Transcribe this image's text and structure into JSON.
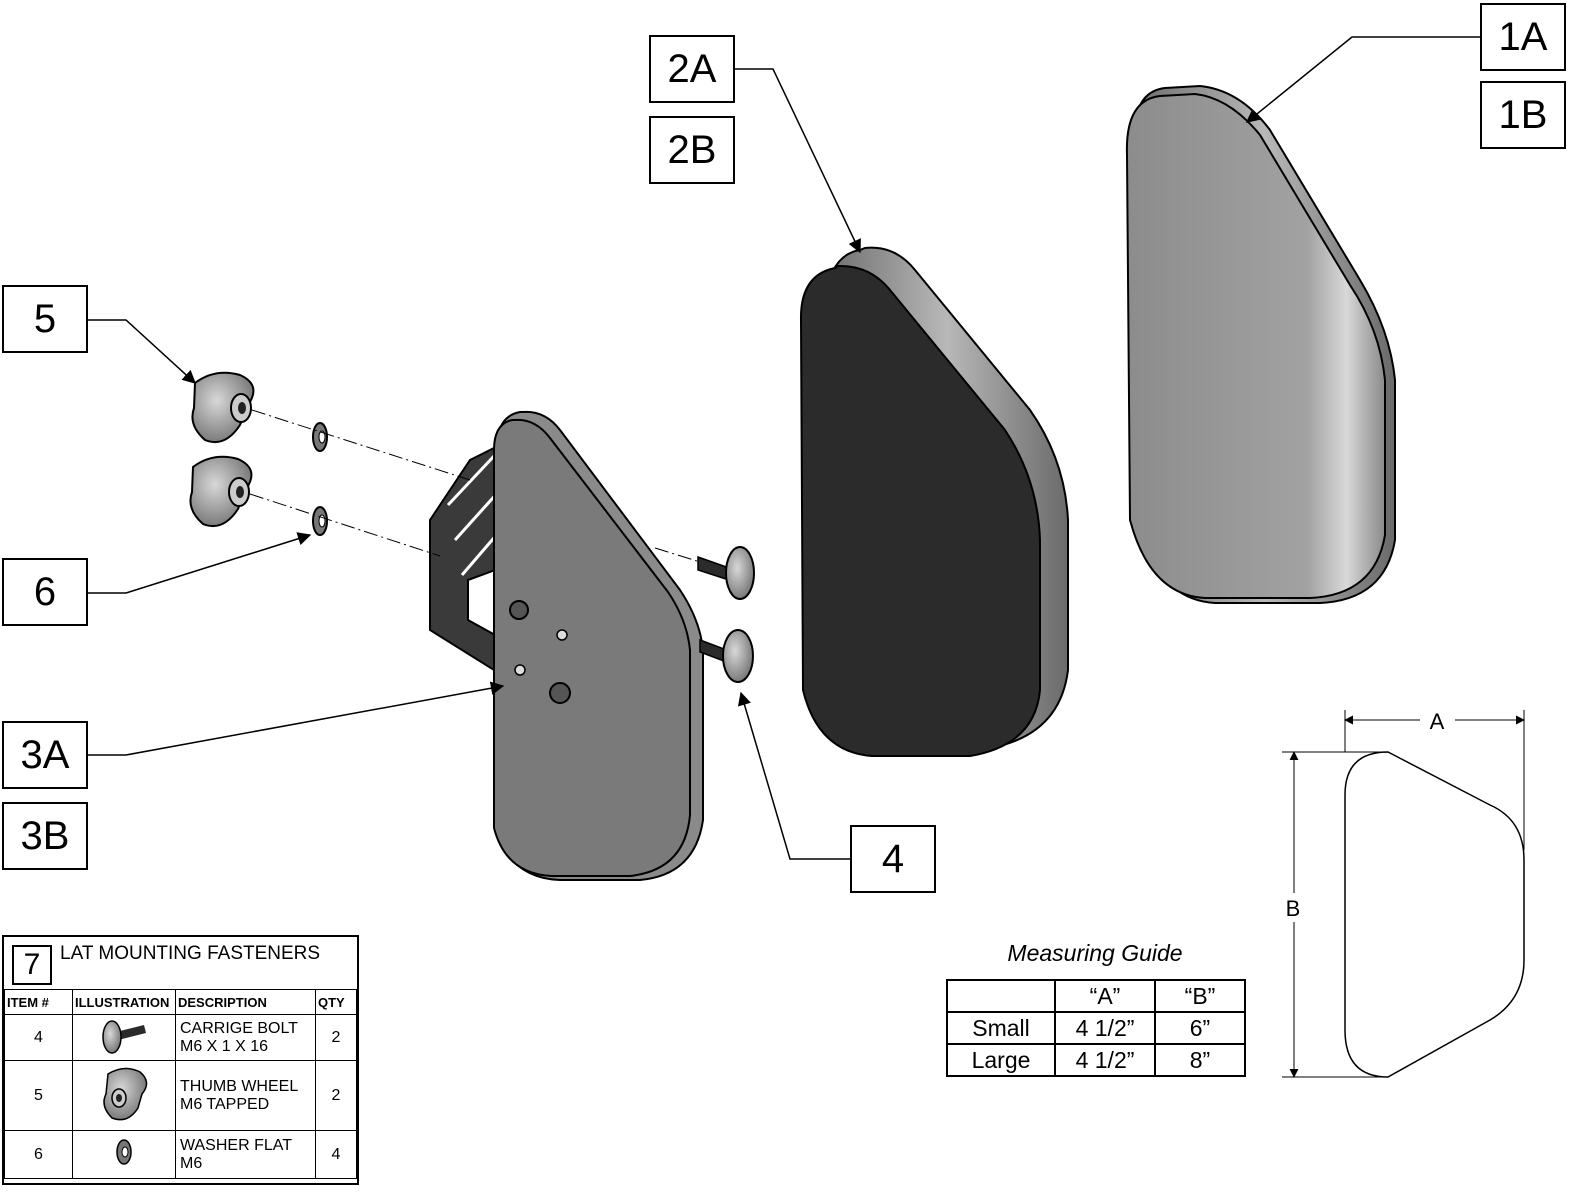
{
  "callouts": {
    "c1a": "1A",
    "c1b": "1B",
    "c2a": "2A",
    "c2b": "2B",
    "c3a": "3A",
    "c3b": "3B",
    "c4": "4",
    "c5": "5",
    "c6": "6"
  },
  "fastener_table": {
    "number": "7",
    "title": "LAT MOUNTING FASTENERS",
    "headers": [
      "ITEM #",
      "ILLUSTRATION",
      "DESCRIPTION",
      "QTY"
    ],
    "rows": [
      {
        "item": "4",
        "icon": "carriage-bolt-icon",
        "desc1": "CARRIGE BOLT",
        "desc2": "M6 X 1 X 16",
        "qty": "2"
      },
      {
        "item": "5",
        "icon": "thumb-wheel-icon",
        "desc1": "THUMB WHEEL",
        "desc2": "M6 TAPPED",
        "qty": "2"
      },
      {
        "item": "6",
        "icon": "washer-icon",
        "desc1": "WASHER FLAT",
        "desc2": "M6",
        "qty": "4"
      }
    ]
  },
  "measuring_guide": {
    "title": "Measuring Guide",
    "col_a": "“A”",
    "col_b": "“B”",
    "rows": [
      {
        "size": "Small",
        "a": "4 1/2”",
        "b": "6”"
      },
      {
        "size": "Large",
        "a": "4 1/2”",
        "b": "8”"
      }
    ]
  },
  "dimension_labels": {
    "a": "A",
    "b": "B"
  },
  "colors": {
    "pad_dark": "#2b2b2b",
    "plate_gray": "#7a7a7a",
    "cover_gray": "#9a9a9a"
  }
}
